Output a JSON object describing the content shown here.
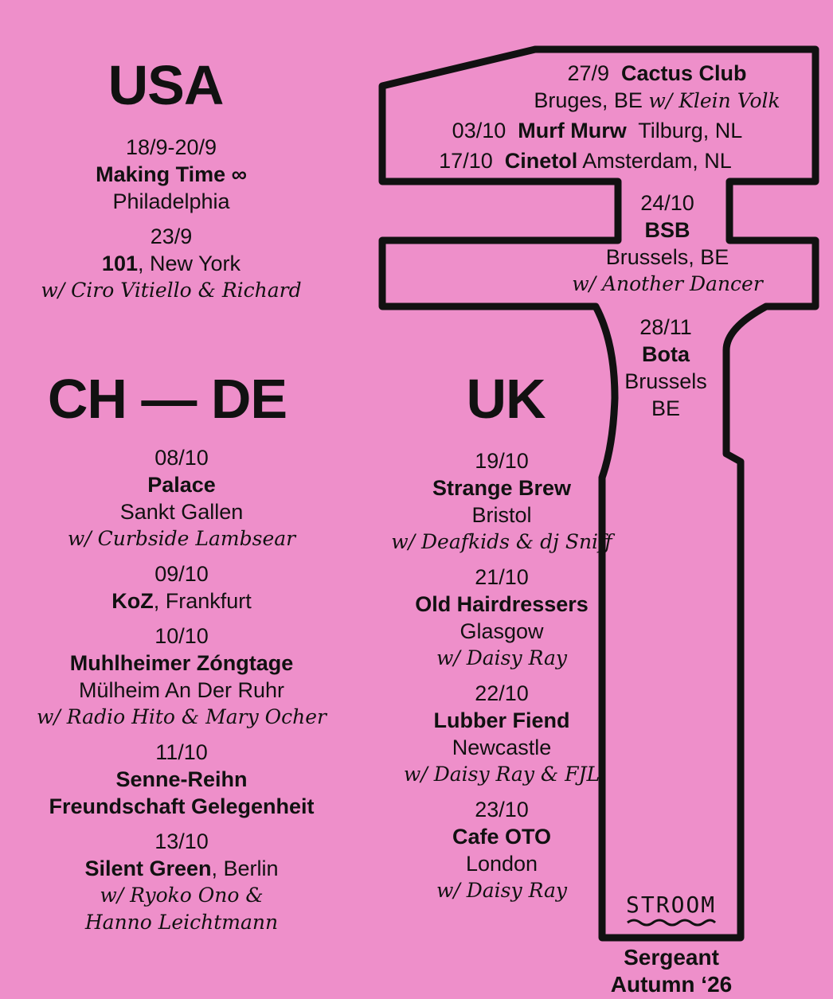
{
  "headings": {
    "usa": "USA",
    "ch_de": "CH — DE",
    "uk": "UK"
  },
  "usa": [
    {
      "date": "18/9-20/9",
      "venue": "Making Time ∞",
      "city": "Philadelphia"
    },
    {
      "date": "23/9",
      "venue": "101",
      "city": ", New York",
      "support": "w/ Ciro Vitiello & Richard"
    }
  ],
  "benelux": [
    {
      "date": "27/9",
      "venue": "Cactus Club",
      "city": "Bruges, BE",
      "support": "w/ Klein Volk"
    },
    {
      "date": "03/10",
      "venue": "Murf Murw",
      "city": "Tilburg, NL"
    },
    {
      "date": "17/10",
      "venue": "Cinetol",
      "city": "Amsterdam, NL"
    },
    {
      "date": "24/10",
      "venue": "BSB",
      "city": "Brussels, BE",
      "support": "w/ Another Dancer"
    },
    {
      "date": "28/11",
      "venue": "Bota",
      "city": "Brussels",
      "city2": "BE"
    }
  ],
  "ch_de": [
    {
      "date": "08/10",
      "venue": "Palace",
      "city": "Sankt Gallen",
      "support": "w/ Curbside Lambsear"
    },
    {
      "date": "09/10",
      "venue": "KoZ",
      "city": ", Frankfurt"
    },
    {
      "date": "10/10",
      "venue": "Muhlheimer Zóngtage",
      "city": "Mülheim An Der Ruhr",
      "support": "w/ Radio Hito & Mary Ocher"
    },
    {
      "date": "11/10",
      "venue": "Senne-Reihn",
      "city": "Freundschaft Gelegenheit"
    },
    {
      "date": "13/10",
      "venue": "Silent Green",
      "city": ", Berlin",
      "support": "w/ Ryoko Ono &",
      "support2": "Hanno Leichtmann"
    }
  ],
  "uk": [
    {
      "date": "19/10",
      "venue": "Strange Brew",
      "city": "Bristol",
      "support": "w/ Deafkids & dj Sniff"
    },
    {
      "date": "21/10",
      "venue": "Old Hairdressers",
      "city": "Glasgow",
      "support": "w/ Daisy Ray"
    },
    {
      "date": "22/10",
      "venue": "Lubber Fiend",
      "city": "Newcastle",
      "support": "w/ Daisy Ray & FJL"
    },
    {
      "date": "23/10",
      "venue": "Cafe OTO",
      "city": "London",
      "support": "w/ Daisy Ray"
    }
  ],
  "logo": "STROOM",
  "footer": {
    "line1": "Sergeant",
    "line2": "Autumn ‘26"
  }
}
